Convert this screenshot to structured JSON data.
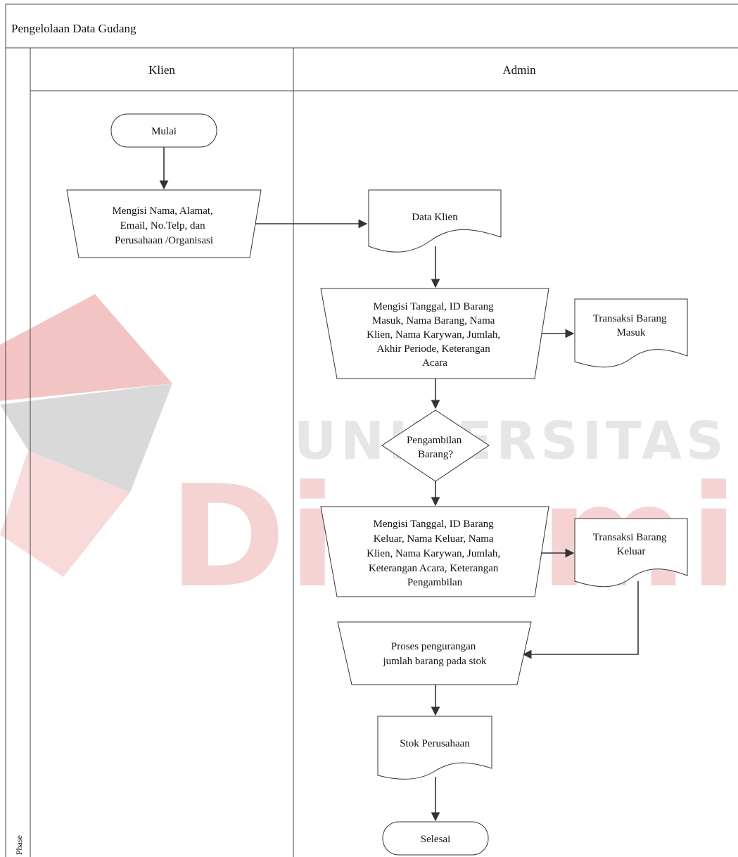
{
  "watermark": {
    "line1": "UNIVERSITAS",
    "line2": "Dinamika"
  },
  "title": "Pengelolaan Data Gudang",
  "lanes": {
    "klien": "Klien",
    "admin": "Admin"
  },
  "phase_label": "Phase",
  "nodes": {
    "mulai": "Mulai",
    "input_klien": [
      "Mengisi Nama,  Alamat,",
      "Email, No.Telp, dan",
      "Perusahaan /Organisasi"
    ],
    "data_klien": "Data Klien",
    "input_masuk": [
      "Mengisi Tanggal, ID Barang",
      "Masuk, Nama Barang, Nama",
      "Klien, Nama Karywan, Jumlah,",
      "Akhir Periode, Keterangan",
      "Acara"
    ],
    "transaksi_masuk": [
      "Transaksi Barang",
      "Masuk"
    ],
    "decision": [
      "Pengambilan",
      "Barang?"
    ],
    "input_keluar": [
      "Mengisi Tanggal, ID Barang",
      "Keluar, Nama Keluar, Nama",
      "Klien, Nama Karywan, Jumlah,",
      "Keterangan Acara, Keterangan",
      "Pengambilan"
    ],
    "transaksi_keluar": [
      "Transaksi Barang",
      "Keluar"
    ],
    "proses": [
      "Proses pengurangan",
      "jumlah barang pada stok"
    ],
    "stok": "Stok Perusahaan",
    "selesai": "Selesai"
  },
  "colors": {
    "watermark_red": "#f3c4c4",
    "watermark_gray": "#d9d9d9",
    "watermark_red_light": "#f8dada",
    "line": "#333333"
  }
}
